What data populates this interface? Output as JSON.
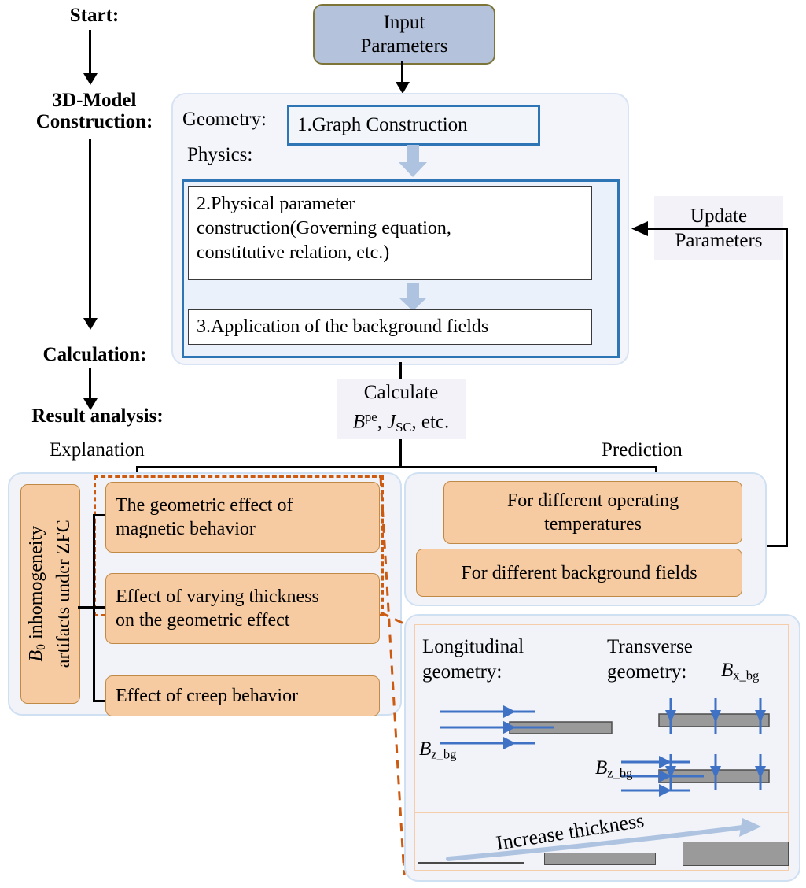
{
  "stages": [
    {
      "id": "start",
      "label": "Start:"
    },
    {
      "id": "model",
      "label": "3D-Model\nConstruction:"
    },
    {
      "id": "calculation",
      "label": "Calculation:"
    },
    {
      "id": "result",
      "label": "Result analysis:"
    }
  ],
  "nodes": {
    "input_parameters": "Input\nParameters",
    "geometry_label": "Geometry:",
    "physics_label": "Physics:",
    "step1": "1.Graph Construction",
    "step2_line1": "2.Physical parameter",
    "step2_line2": "construction(Governing equation,",
    "step2_line3": "constitutive relation, etc.)",
    "step3": "3.Application of the background fields",
    "update_parameters": "Update\nParameters",
    "calculate_title": "Calculate",
    "calculate_formula": "B^pe, J_sc , etc.",
    "calculate_formula_parts": {
      "b": "B",
      "b_sup": "pe",
      "j": "J",
      "j_sub": "SC",
      "tail": ", etc."
    },
    "branch_left": "Explanation",
    "branch_right": "Prediction"
  },
  "explanation": {
    "vertical_label_line1": "B0 inhomogeneity",
    "vertical_label_line2": "artifacts under ZFC",
    "vertical_label_b": "B",
    "vertical_label_b_sub": "0",
    "items": [
      "The geometric effect of\nmagnetic behavior",
      "Effect of varying thickness\non the geometric effect",
      "Effect of creep behavior"
    ]
  },
  "prediction": {
    "items": [
      "For different operating\ntemperatures",
      "For different background fields"
    ]
  },
  "detail": {
    "longitudinal_label": "Longitudinal\ngeometry:",
    "transverse_label": "Transverse\ngeometry:",
    "field_bz": "Bz_bg",
    "field_bz_parts": {
      "b": "B",
      "sub": "z_bg"
    },
    "field_bx": "Bx_bg",
    "field_bx_parts": {
      "b": "B",
      "sub": "x_bg"
    },
    "increase_thickness": "Increase thickness"
  },
  "colors": {
    "input_fill": "#b5c2dc",
    "input_border": "#7d7537",
    "blue_border": "#2e75b6",
    "orange_fill": "#f7cba2",
    "orange_border": "#c08a46",
    "dash_orange": "#cc5a11",
    "panel_fill": "#f1f3f9",
    "panel_border": "#cfe0f2",
    "arrow_blue": "#3f72c5",
    "bar_gray": "#9a9a9a",
    "big_arrow_fill": "#aec3e0"
  }
}
